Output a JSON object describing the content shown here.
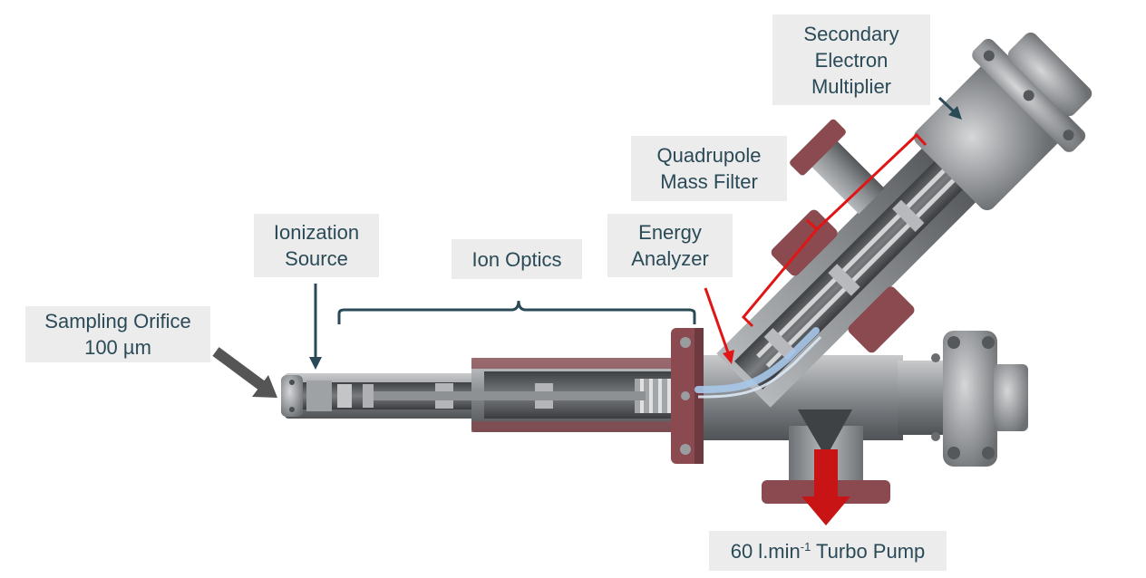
{
  "labels": {
    "sampling_orifice": {
      "line1": "Sampling Orifice",
      "line2": "100 µm"
    },
    "ionization_source": {
      "line1": "Ionization",
      "line2": "Source"
    },
    "ion_optics": {
      "line1": "Ion Optics"
    },
    "energy_analyzer": {
      "line1": "Energy",
      "line2": "Analyzer"
    },
    "quadrupole": {
      "line1": "Quadrupole",
      "line2": "Mass Filter"
    },
    "sem": {
      "line1": "Secondary",
      "line2": "Electron",
      "line3": "Multiplier"
    },
    "turbo_pump": {
      "prefix": "60 l.min",
      "superscript": "-1",
      "suffix": " Turbo Pump"
    }
  },
  "colors": {
    "label_bg": "#ececec",
    "label_text": "#2b4a57",
    "pointer_dark": "#2b4a57",
    "pointer_red": "#e01515",
    "arrow_gray": "#555555",
    "pump_arrow": "#c81414",
    "steel": "#8a8d90",
    "steel_dark": "#5a5d61",
    "flange_red": "#8a4a4f",
    "ion_path": "#a9c8ea"
  }
}
